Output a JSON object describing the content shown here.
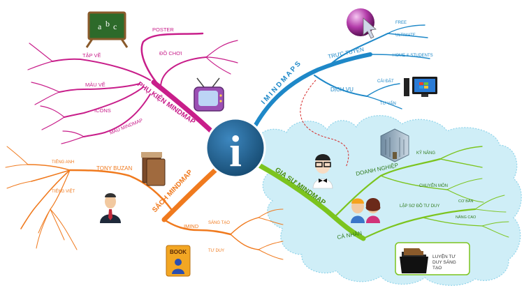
{
  "center": {
    "symbol": "i"
  },
  "branches": {
    "phu_kien": {
      "label": "PHỤ KIỆN MINDMAP",
      "color": "#c81e8a",
      "items": {
        "poster": "POSTER",
        "do_choi": "ĐỒ CHƠI",
        "tap_ve": "TẬP VẼ",
        "mau_ve": "MÀU VẼ",
        "icons": "ICONS",
        "mau_mindmap": "MẪU MINDMAP"
      }
    },
    "imindmaps": {
      "label": "I M I N D M A P S",
      "color": "#1e88c8",
      "truc_tuyen": {
        "label": "TRỰC TUYẾN",
        "items": [
          "FREE",
          "ULTIMATE",
          "HOME & STUDENTS"
        ]
      },
      "dich_vu": {
        "label": "DỊCH VỤ",
        "items": [
          "CÀI ĐẶT",
          "TƯ VẤN"
        ]
      }
    },
    "sach": {
      "label": "SÁCH MINDMAP",
      "color": "#f07a1e",
      "tony_buzan": {
        "label": "TONY BUZAN",
        "items": [
          "TIẾNG ANH",
          "TIẾNG VIỆT"
        ]
      },
      "imind": {
        "label": "IMIND",
        "items": [
          "SÁNG TẠO",
          "TƯ DUY"
        ]
      },
      "book_icon_text": "BOOK"
    },
    "gia_su": {
      "label": "GIA SƯ MINDMAP",
      "color": "#7cc41e",
      "doanh_nghiep": {
        "label": "DOANH NGHIỆP",
        "items": [
          "KỸ NĂNG",
          "CHUYÊN MÔN"
        ]
      },
      "ca_nhan": {
        "label": "CÁ NHÂN",
        "lap_so_do": "LẬP SƠ ĐỒ TƯ DUY",
        "items": [
          "CƠ BẢN",
          "NÂNG CAO"
        ]
      },
      "folder_label": "LUYỆN TƯ DUY SÁNG TẠO"
    }
  },
  "colors": {
    "cloud": "#cfeef7",
    "cloud_stroke": "#8fd3ea",
    "center": "#1b5c8c"
  }
}
